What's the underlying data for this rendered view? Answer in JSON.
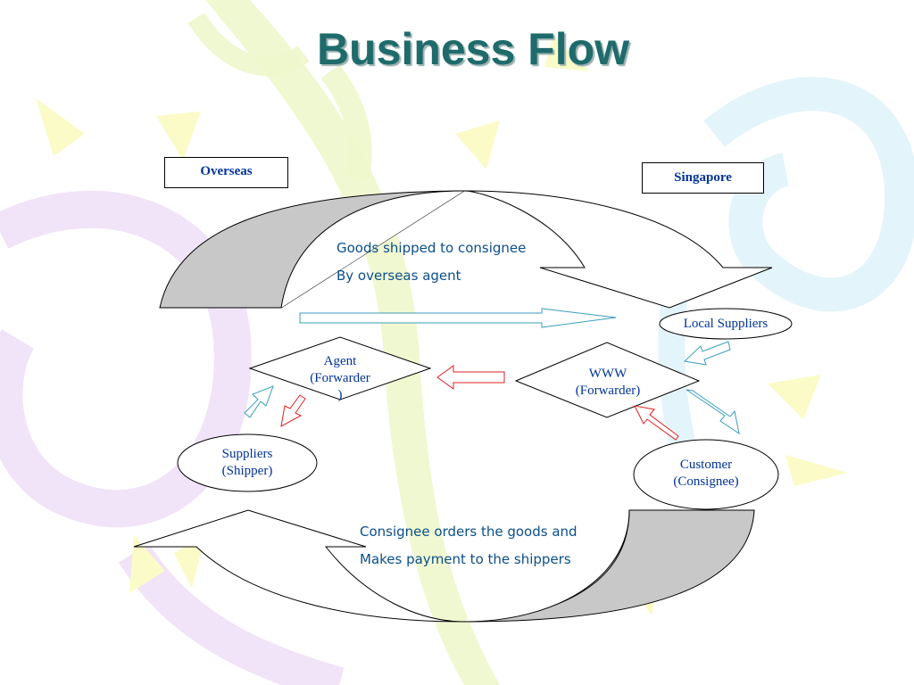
{
  "title": "Business Flow",
  "regions": {
    "overseas": "Overseas",
    "singapore": "Singapore"
  },
  "captions": {
    "top_line1": "Goods shipped to consignee",
    "top_line2": "By overseas agent",
    "bottom_line1": "Consignee orders the goods and",
    "bottom_line2": "Makes payment to the shippers"
  },
  "nodes": {
    "agent": {
      "line1": "Agent",
      "line2": "(Forwarder",
      "line3": ")"
    },
    "www": {
      "line1": "WWW",
      "line2": "(Forwarder)"
    },
    "local_suppliers": "Local Suppliers",
    "suppliers": {
      "line1": "Suppliers",
      "line2": "(Shipper)"
    },
    "customer": {
      "line1": "Customer",
      "line2": "(Consignee)"
    }
  },
  "colors": {
    "title": "#1f6b6b",
    "node_text": "#003399",
    "caption_text": "#0b4f8a",
    "blue_arrow": "#3b9dbb",
    "red_arrow": "#e02020",
    "gray_fill": "#c8c8c8"
  }
}
